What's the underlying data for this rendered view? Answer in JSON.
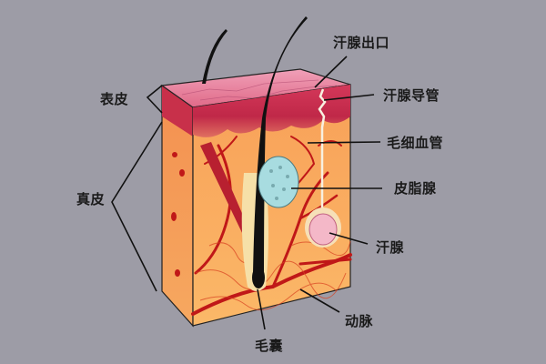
{
  "diagram": {
    "title_subject": "皮肤结构",
    "background_color": "#9d9ca6",
    "labels": {
      "epidermis": "表皮",
      "dermis": "真皮",
      "sweat_pore": "汗腺出口",
      "sweat_duct": "汗腺导管",
      "capillary": "毛细血管",
      "sebaceous_gland": "皮脂腺",
      "sweat_gland": "汗腺",
      "artery": "动脉",
      "hair_follicle": "毛囊"
    },
    "colors": {
      "epidermis_top": "#e8829a",
      "epidermis_layer": "#c8304a",
      "dermis": "#f6a860",
      "vessels": "#c01818",
      "hair": "#111111",
      "sebaceous": "#a8dce0",
      "sweat_gland": "#f4b8c8"
    }
  }
}
